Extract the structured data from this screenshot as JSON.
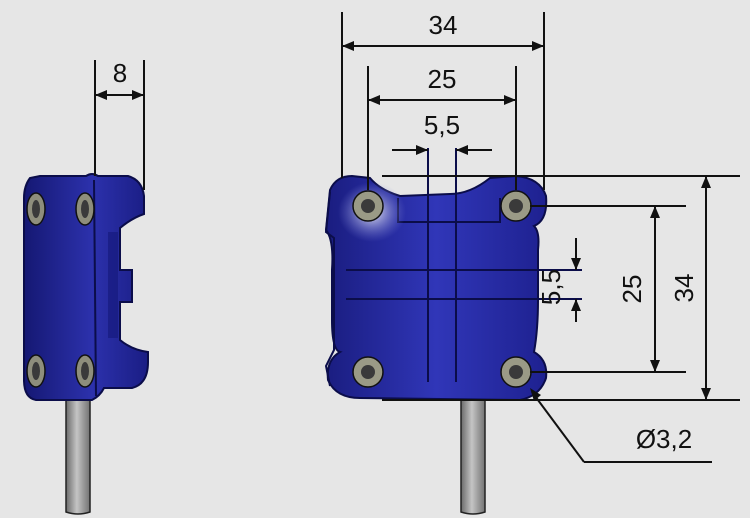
{
  "drawing": {
    "background": "#e6e6e6",
    "colors": {
      "body": "#2a2ea6",
      "body_dark": "#13166a",
      "body_light": "#5c63d6",
      "screw_rim": "#9a9a86",
      "screw_core": "#3a3a3a",
      "cable": "#9a9a9a",
      "cable_dark": "#5a5a5a",
      "line": "#111111"
    },
    "side_view": {
      "width_dim": "8"
    },
    "front_view": {
      "overall_width_dim": "34",
      "hole_spacing_width_dim": "25",
      "slot_width_dim": "5,5",
      "overall_height_dim": "34",
      "hole_spacing_height_dim": "25",
      "slot_height_dim": "5,5",
      "hole_diameter_dim": "Ø3,2"
    }
  }
}
